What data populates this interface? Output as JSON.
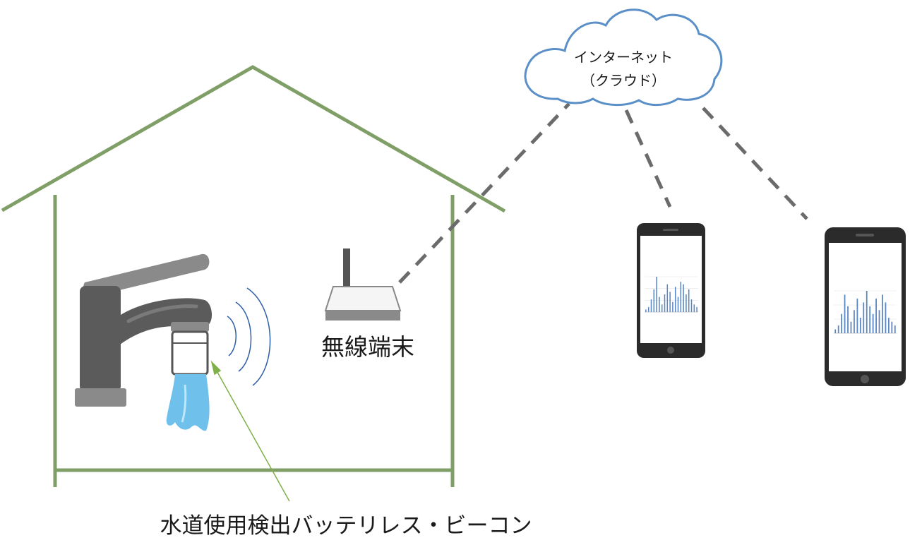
{
  "cloud": {
    "line1": "インターネット",
    "line2": "（クラウド）"
  },
  "router": {
    "label": "無線端末"
  },
  "beacon": {
    "label": "水道使用検出バッテリレス・ビーコン"
  },
  "colors": {
    "house": "#7f9f67",
    "cloud_stroke": "#5b8fc7",
    "dashes": "#6b6b6b",
    "signal_waves": "#2f5ea8",
    "water": "#6fc1ec",
    "faucet": "#5b5b5b",
    "phone_body": "#2b2b2b",
    "chart_bars": "#5a86c3",
    "pointer": "#7fb049"
  },
  "phone_chart_left": {
    "type": "bar",
    "values": [
      1,
      2,
      5,
      9,
      14,
      6,
      3,
      7,
      11,
      8,
      4,
      10,
      6,
      12,
      11,
      7,
      9,
      5,
      3,
      2
    ]
  },
  "phone_chart_right": {
    "type": "bar",
    "values": [
      1,
      2,
      5,
      10,
      7,
      3,
      6,
      9,
      4,
      8,
      11,
      7,
      5,
      9,
      6,
      10,
      8,
      4,
      3,
      2
    ]
  }
}
